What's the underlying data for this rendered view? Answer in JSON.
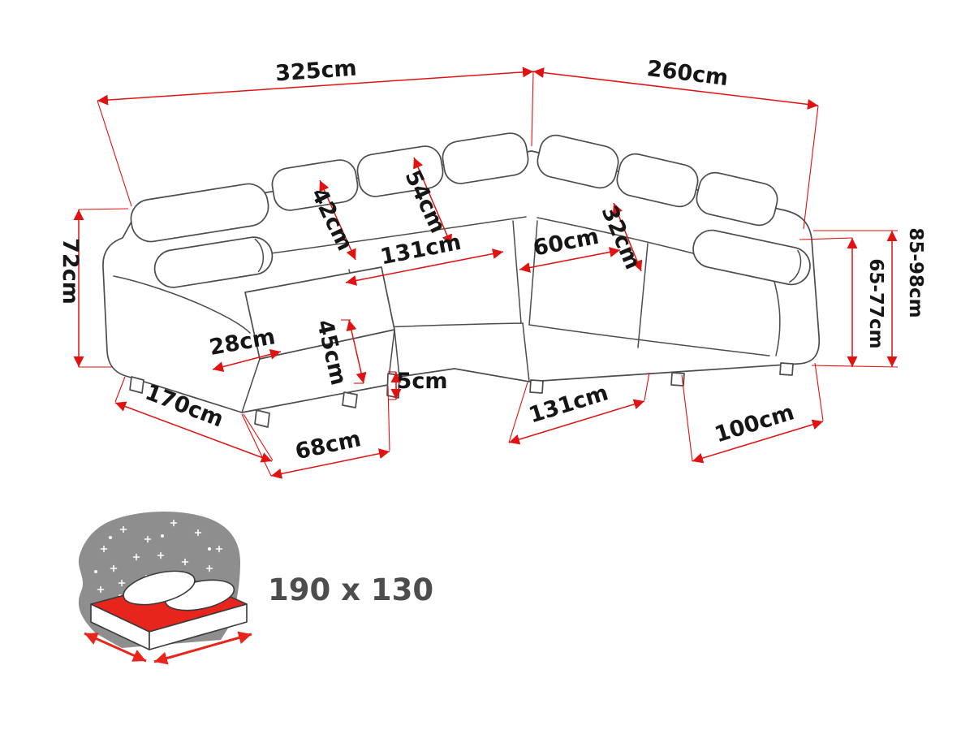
{
  "dims": {
    "total_width": "325cm",
    "total_depth": "260cm",
    "left_arm_height": "72cm",
    "backrest_depth_left": "42cm",
    "backrest_depth_middle": "54cm",
    "backrest_depth_right": "32cm",
    "seat_width_left": "131cm",
    "seat_depth_right": "60cm",
    "max_height_range": "85-98cm",
    "arm_height_range": "65-77cm",
    "arm_width": "28cm",
    "chaise_height": "45cm",
    "leg_height": "5cm",
    "chaise_length": "170cm",
    "chaise_width": "68cm",
    "front_width_right": "131cm",
    "right_arm_depth": "100cm"
  },
  "sleeping_area_label": "190 x 130",
  "colors": {
    "dim": "#e01212",
    "outline": "#4c4c4c",
    "text": "#161616",
    "grey": "#8e8e8e",
    "red": "#e8251c"
  }
}
